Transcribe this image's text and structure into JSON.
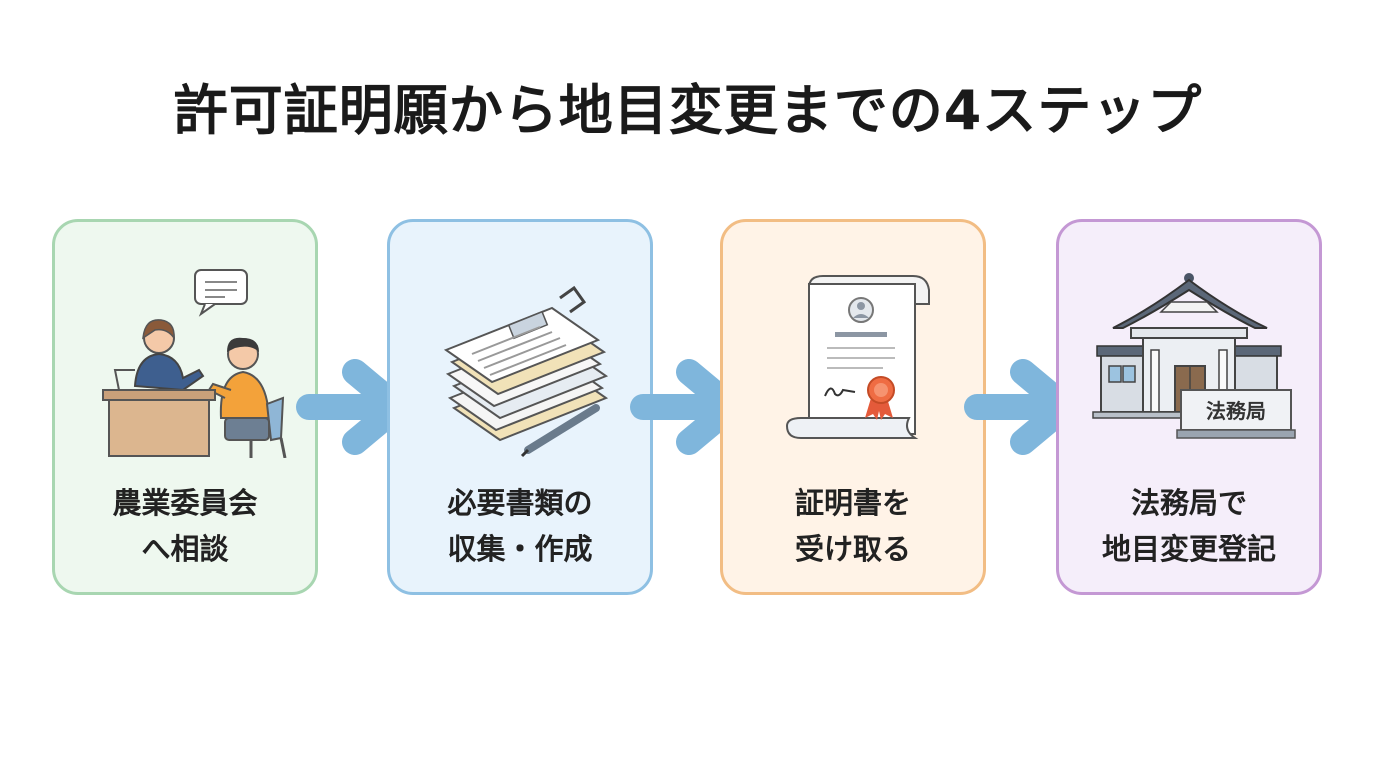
{
  "title": "許可証明願から地目変更までの4ステップ",
  "steps": [
    {
      "line1": "農業委員会",
      "line2": "へ相談",
      "icon": "consultation-icon",
      "color": "#a8d6b1"
    },
    {
      "line1": "必要書類の",
      "line2": "収集・作成",
      "icon": "documents-stack-icon",
      "color": "#8ec0e3"
    },
    {
      "line1": "証明書を",
      "line2": "受け取る",
      "icon": "certificate-scroll-icon",
      "color": "#f2bd84"
    },
    {
      "line1": "法務局で",
      "line2": "地目変更登記",
      "icon": "legal-bureau-building-icon",
      "color": "#c498d4"
    }
  ],
  "building_sign": "法務局",
  "arrow_color": "#7fb6dc"
}
